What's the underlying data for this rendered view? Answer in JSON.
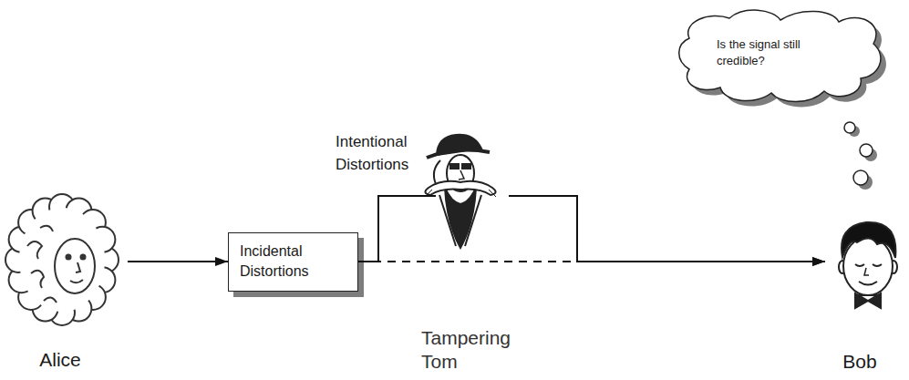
{
  "diagram": {
    "nodes": [
      {
        "text": [
          "Alice"
        ]
      },
      {
        "text": [
          "Incidental Distortions"
        ]
      },
      {
        "text": [
          "Tampering Tom"
        ]
      },
      {
        "text": [
          "Bob"
        ]
      },
      {
        "text": [
          "Is the signal still credible?"
        ]
      }
    ],
    "edges": [
      {
        "from": 0,
        "to": 1,
        "arrow": "to"
      },
      {
        "from": 1,
        "to": 2,
        "arrow": "none"
      },
      {
        "from": 2,
        "to": 3,
        "arrow": "to"
      },
      {
        "from": 1,
        "to": 3,
        "arrow": "to"
      }
    ],
    "labels": [
      "Intentional Distortions"
    ]
  }
}
